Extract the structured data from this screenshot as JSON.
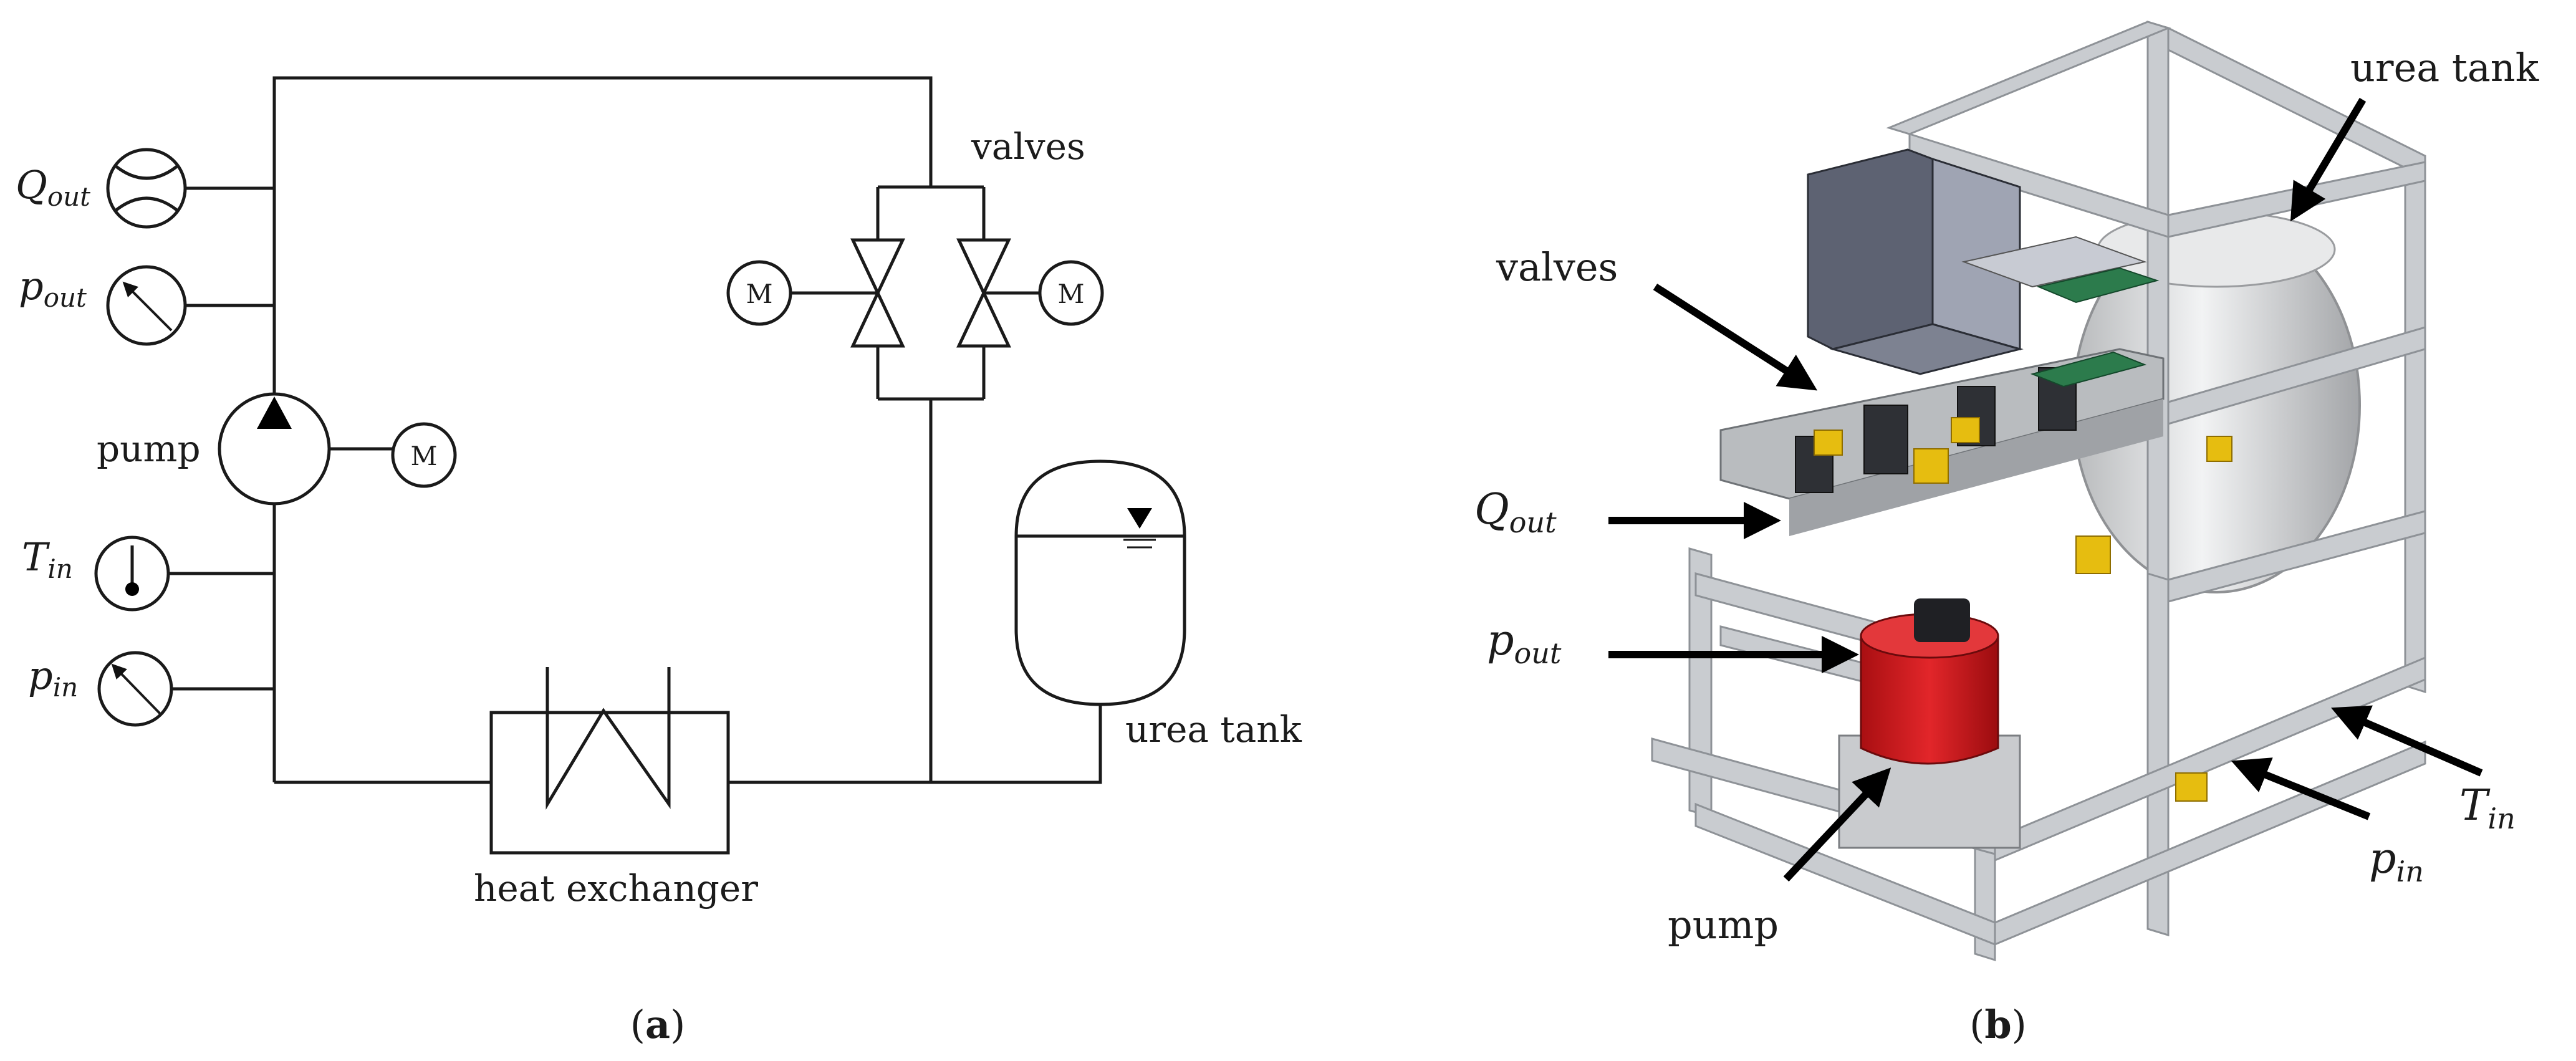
{
  "panel_a": {
    "caption_open": "(",
    "caption_letter": "a",
    "caption_close": ")",
    "labels": {
      "valves": "valves",
      "pump": "pump",
      "urea_tank": "urea tank",
      "heat_exchanger": "heat exchanger"
    },
    "motor_letter": "M",
    "sensors": {
      "q_out": {
        "main": "Q",
        "sub": "out"
      },
      "p_out": {
        "main": "p",
        "sub": "out"
      },
      "t_in": {
        "main": "T",
        "sub": "in"
      },
      "p_in": {
        "main": "p",
        "sub": "in"
      }
    }
  },
  "panel_b": {
    "caption_open": "(",
    "caption_letter": "b",
    "caption_close": ")",
    "labels": {
      "urea_tank": "urea tank",
      "valves": "valves",
      "pump": "pump"
    },
    "sensors": {
      "q_out": {
        "main": "Q",
        "sub": "out"
      },
      "p_out": {
        "main": "p",
        "sub": "out"
      },
      "t_in": {
        "main": "T",
        "sub": "in"
      },
      "p_in": {
        "main": "p",
        "sub": "in"
      }
    },
    "colors": {
      "frame": "#c9ccd0",
      "frame_shadow": "#8e9297",
      "pump_body": "#d4171b",
      "fittings": "#e6bd10",
      "tank": "#d9dadb",
      "electronics": "#4a4f60",
      "pcb": "#2c7b4c"
    }
  }
}
